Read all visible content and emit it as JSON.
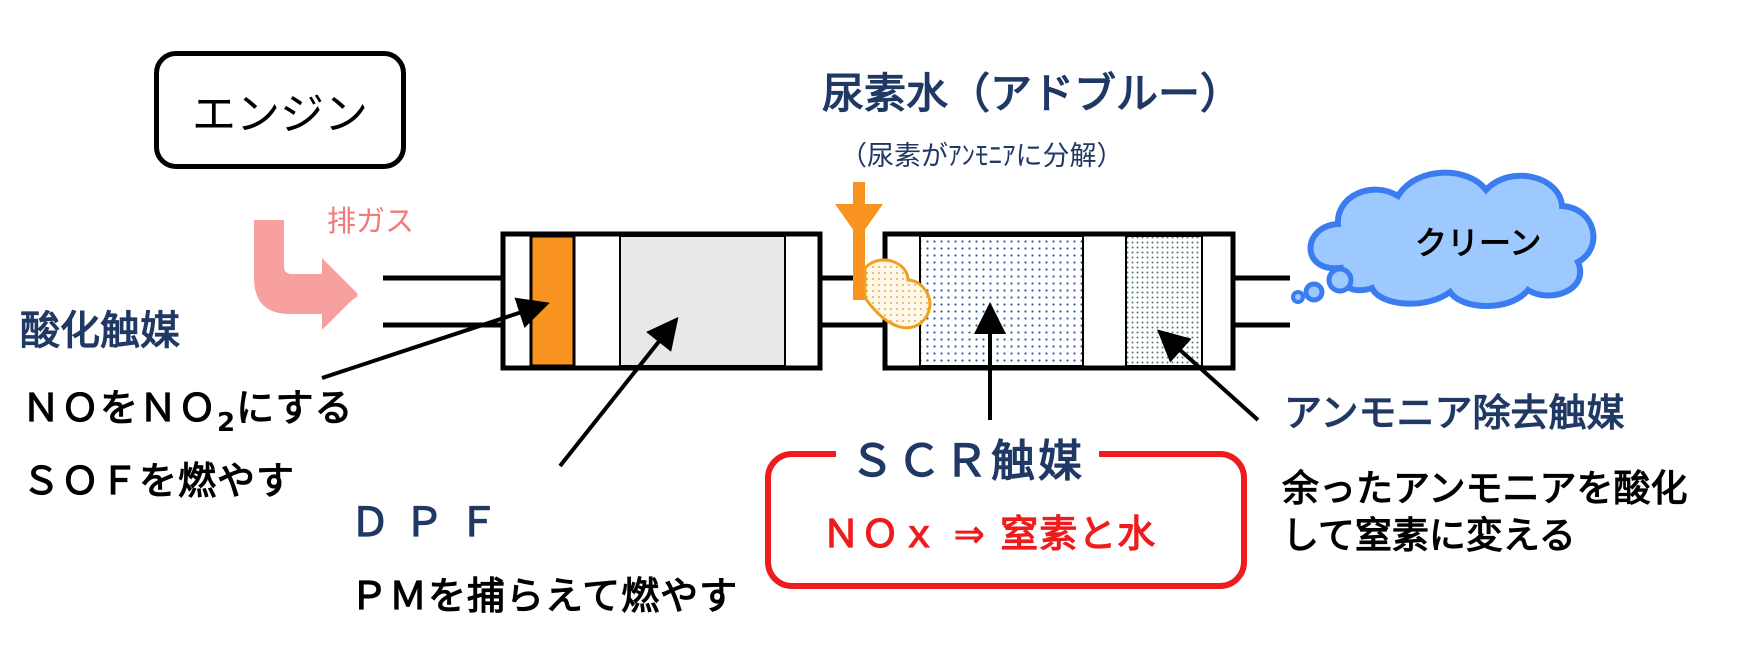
{
  "engine": {
    "label": "エンジン"
  },
  "exhaust": {
    "label": "排ガス"
  },
  "oxidation_catalyst": {
    "title": "酸化触媒",
    "line1_prefix": "ＮＯをＮＯ",
    "line1_sub": "2",
    "line1_suffix": "にする",
    "line2": "ＳＯＦを燃やす"
  },
  "dpf": {
    "title": "ＤＰＦ",
    "description": "ＰＭを捕らえて燃やす"
  },
  "urea": {
    "title": "尿素水（アドブルー）",
    "note": "（尿素がｱﾝﾓﾆｱに分解）"
  },
  "clean": {
    "label": "クリーン"
  },
  "scr": {
    "title": "ＳＣＲ触媒",
    "reaction": "ＮＯｘ ⇒ 窒素と水"
  },
  "ammonia_catalyst": {
    "title": "アンモニア除去触媒",
    "line1": "余ったアンモニアを酸化",
    "line2": "して窒素に変える"
  },
  "colors": {
    "navy": "#1f3864",
    "red": "#ee1c1c",
    "orange": "#f7931e",
    "exhaust_pink": "#f8a0a0",
    "cloud_fill": "#9ec9ff",
    "cloud_stroke": "#3b7df0"
  }
}
